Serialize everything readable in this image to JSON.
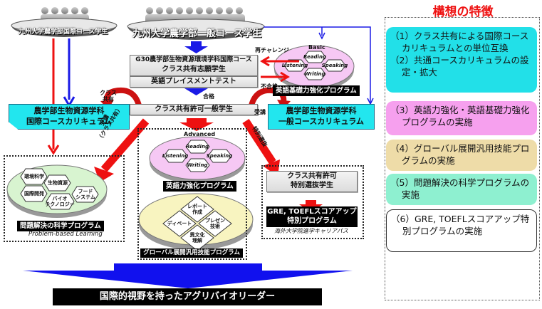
{
  "title": "構想の特徴",
  "groups": {
    "international_students": "九州大学農学部国際コース学生",
    "general_students": "九州大学農学部一般コース学生"
  },
  "flow": {
    "applicants": [
      "G30農学部生物資源環境学科国際コース",
      "クラス共有志願学生"
    ],
    "placement_test": "英語プレイスメントテスト",
    "pass": "合格",
    "fail": "不合格",
    "rechallenge": "再チャレンジ",
    "permitted_students": "クラス共有許可一般学生",
    "class_share": [
      "クラス",
      "共有"
    ],
    "attend": "受講",
    "attend_shared": [
      "受講",
      "（クラス共有）"
    ],
    "special_selection": "特別選抜"
  },
  "curricula": {
    "international": [
      "農学部生物資源学科",
      "国際コースカリキュラム"
    ],
    "general": [
      "農学部生物資源学科",
      "一般コースカリキュラム"
    ]
  },
  "basic_english": {
    "level": "Basic",
    "skills": [
      "Reading",
      "Listening",
      "Speaking",
      "Writing"
    ],
    "label": "英語基礎力強化プログラム"
  },
  "advanced_english": {
    "level": "Advanced",
    "skills": [
      "Reading",
      "Listening",
      "Speaking",
      "Writing"
    ],
    "label": "英語力強化プログラム"
  },
  "global_skills": {
    "items": [
      "レポート作成",
      "ディベート",
      "プレゼン技術",
      "異文化理解"
    ],
    "items_lines": [
      [
        "レポート",
        "作成"
      ],
      [
        "ディベート"
      ],
      [
        "プレゼン",
        "技術"
      ],
      [
        "異文化",
        "理解"
      ]
    ],
    "label": "グローバル展開汎用技能プログラム"
  },
  "pbl": {
    "items": [
      "環境科学",
      "生物資源",
      "国際開発",
      "フードシステム",
      "バイオテクノロジー"
    ],
    "items_lines": [
      [
        "環境科学"
      ],
      [
        "生物資源"
      ],
      [
        "国際開発"
      ],
      [
        "フード",
        "システム"
      ],
      [
        "バイオ",
        "テクノロジー"
      ]
    ],
    "label": "問題解決の科学プログラム",
    "subtitle": "Problem-based Learning"
  },
  "special": {
    "students": [
      "クラス共有許可",
      "特別選抜学生"
    ],
    "program": [
      "GRE, TOEFLスコアアップ",
      "特別プログラム"
    ],
    "career": "海外大学院進学キャリアパス"
  },
  "outcome": "国際的視野を持ったアグリバイオリーダー",
  "features": [
    {
      "lines": [
        "（1）クラス共有による国際コースカリキュラムとの単位互換",
        "（2）共通コースカリキュラムの設定・拡大"
      ],
      "color": "#22e0e8"
    },
    {
      "lines": [
        "（3）英語力強化・英語基礎力強化プログラムの実施"
      ],
      "color": "#f6a0ee"
    },
    {
      "lines": [
        "（4）グローバル展開汎用技能プログラムの実施"
      ],
      "color": "#eedca8"
    },
    {
      "lines": [
        "（5）問題解決の科学プログラムの実施"
      ],
      "color": "#8ef0d0"
    },
    {
      "lines": [
        "（6）GRE, TOEFLスコアアップ特別プログラムの実施"
      ],
      "color": "#ffffff"
    }
  ],
  "colors": {
    "red": "#ee1111",
    "blue": "#1a1ae6",
    "cyan": "#22e6ee"
  }
}
